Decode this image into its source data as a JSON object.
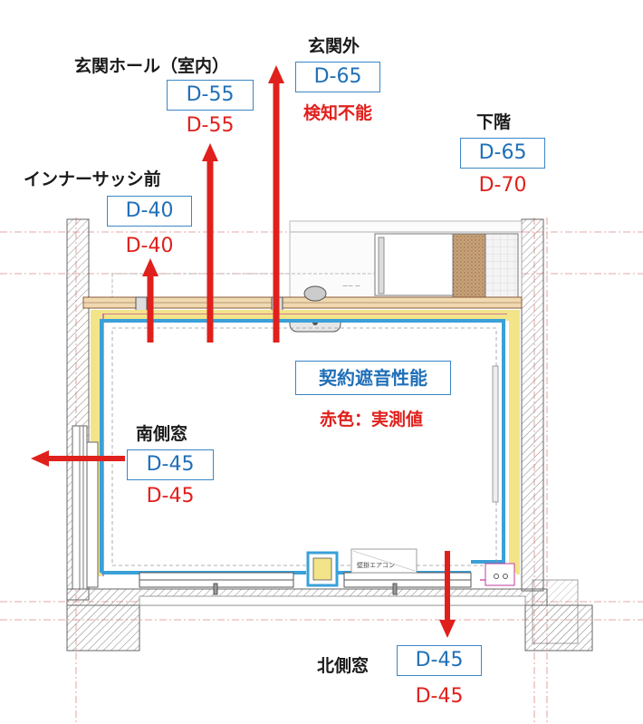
{
  "colors": {
    "spec_blue": "#1f6fb8",
    "measured_red": "#e0201c",
    "wall_insulation": "#3aa0d8",
    "wall_yellow": "#f3e48a"
  },
  "labels": [
    {
      "name": "entrance-hall",
      "location": "玄関ホール（室内）",
      "spec": "D-55",
      "measured": "D-55"
    },
    {
      "name": "entrance-outside",
      "location": "玄関外",
      "spec": "D-65",
      "measured": "検知不能"
    },
    {
      "name": "downstairs",
      "location": "下階",
      "spec": "D-65",
      "measured": "D-70"
    },
    {
      "name": "inner-sash-front",
      "location": "インナーサッシ前",
      "spec": "D-40",
      "measured": "D-40"
    },
    {
      "name": "south-window",
      "location": "南側窓",
      "spec": "D-45",
      "measured": "D-45"
    },
    {
      "name": "north-window",
      "location": "北側窓",
      "spec": "D-45",
      "measured": "D-45"
    }
  ],
  "legend": {
    "title": "契約遮音性能",
    "note": "赤色：実測値"
  },
  "plan_note": "壁掛エアコン",
  "icons": [
    "arrow-up-icon",
    "arrow-left-icon",
    "arrow-down-icon"
  ]
}
